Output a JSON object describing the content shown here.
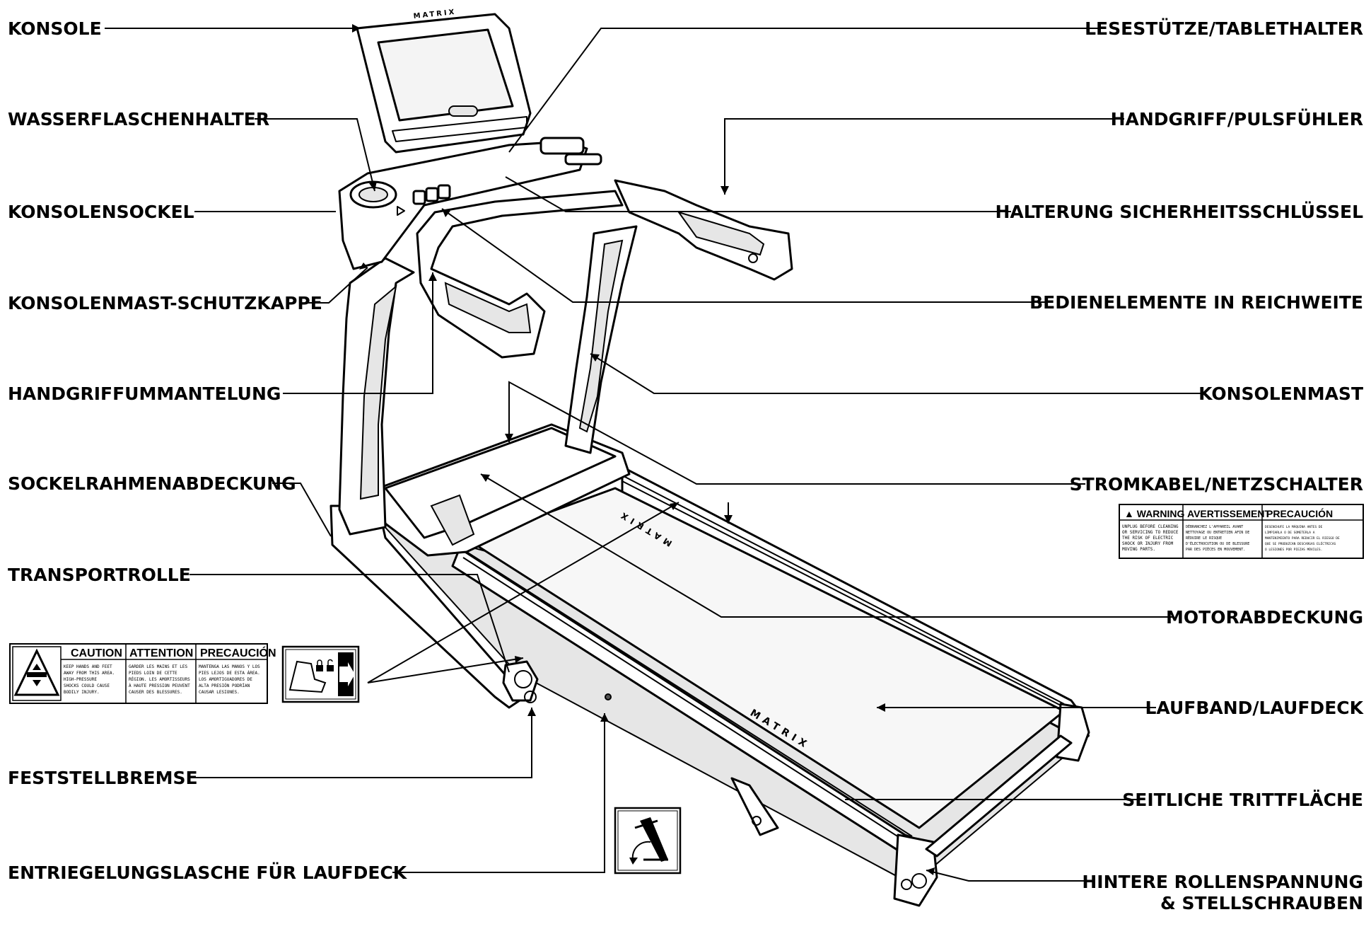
{
  "labels": {
    "konsole": "KONSOLE",
    "wasserflaschenhalter": "WASSERFLASCHENHALTER",
    "konsolensockel": "KONSOLENSOCKEL",
    "schutzkappe": "KONSOLENMAST-SCHUTZKAPPE",
    "handgriffummantelung": "HANDGRIFFUMMANTELUNG",
    "sockelrahmen": "SOCKELRAHMENABDECKUNG",
    "transportrolle": "TRANSPORTROLLE",
    "feststellbremse": "FESTSTELLBREMSE",
    "entriegelung": "ENTRIEGELUNGSLASCHE FÜR LAUFDECK",
    "lesestuetze": "LESESTÜTZE/TABLETHALTER",
    "handgriff_puls": "HANDGRIFF/PULSFÜHLER",
    "sicherheitsschluessel": "HALTERUNG SICHERHEITSSCHLÜSSEL",
    "bedienelemente": "BEDIENELEMENTE IN REICHWEITE",
    "konsolenmast": "KONSOLENMAST",
    "stromkabel": "STROMKABEL/NETZSCHALTER",
    "motorabdeckung": "MOTORABDECKUNG",
    "laufband": "LAUFBAND/LAUFDECK",
    "trittflaeche": "SEITLICHE TRITTFLÄCHE",
    "rollenspannung_1": "HINTERE ROLLENSPANNUNG",
    "rollenspannung_2": "& STELLSCHRAUBEN"
  },
  "brand": "MATRIX",
  "warning_decal": {
    "headers": [
      "▲ WARNING",
      "AVERTISSEMENT",
      "PRECAUCIÓN"
    ],
    "col1": [
      "UNPLUG BEFORE CLEANING",
      "OR SERVICING TO REDUCE",
      "THE RISK OF ELECTRIC",
      "SHOCK OR INJURY FROM",
      "MOVING PARTS."
    ],
    "col2": [
      "DÉBRANCHEZ L'APPAREIL AVANT",
      "NETTOYAGE OU ENTRETIEN AFIN DE",
      "RÉDUIRE LE RISQUE",
      "D'ÉLECTROCUTION OU DE BLESSURE",
      "PAR DES PIÈCES EN MOUVEMENT."
    ],
    "col3": [
      "DESENCHUFE LA MÁQUINA ANTES DE",
      "LIMPIARLA O DE SOMETERLA A",
      "MANTENIMIENTO PARA REDUCIR EL RIESGO DE",
      "QUE SE PRODUZCAN DESCARGAS ELÉCTRICAS",
      "O LESIONES POR PIEZAS MÓVILES."
    ]
  },
  "caution_decal": {
    "headers": [
      "CAUTION",
      "ATTENTION",
      "PRECAUCIÓN"
    ],
    "col1": [
      "KEEP HANDS AND FEET",
      "AWAY FROM THIS AREA.",
      "HIGH-PRESSURE",
      "SHOCKS COULD CAUSE",
      "BODILY INJURY."
    ],
    "col2": [
      "GARDER LES MAINS ET LES",
      "PIEDS LOIN DE CETTE",
      "RÉGION. LES AMORTISSEURS",
      "À HAUTE PRESSION PEUVENT",
      "CAUSER DES BLESSURES."
    ],
    "col3": [
      "MANTENGA LAS MANOS Y LOS",
      "PIES LEJOS DE ESTA ÁREA.",
      "LOS AMORTIGUADORES DE",
      "ALTA PRESIÓN PODRÍAN",
      "CAUSAR LESIONES."
    ]
  }
}
